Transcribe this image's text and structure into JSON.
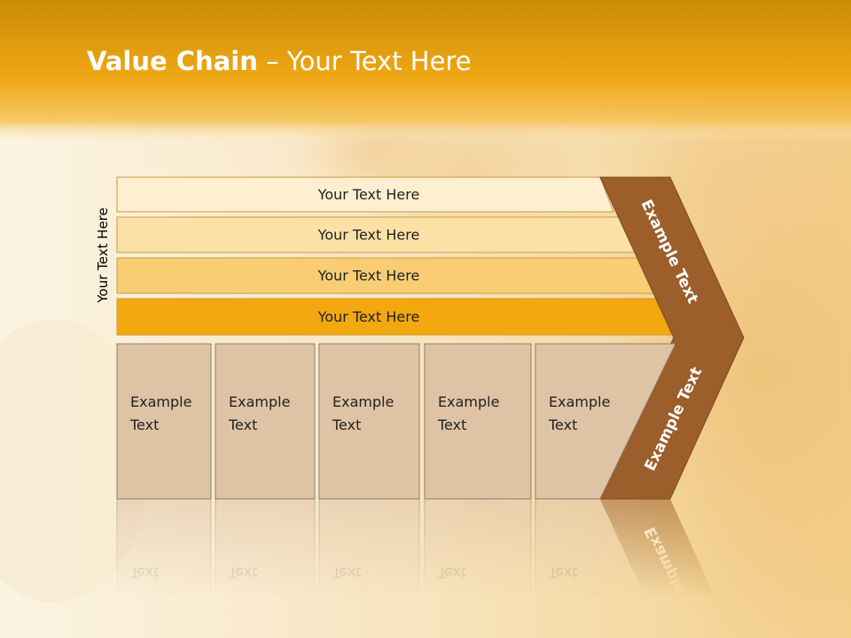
{
  "title": {
    "bold": "Value Chain",
    "rest": " – Your Text Here"
  },
  "side_label": "Your Text Here",
  "rows": [
    {
      "label": "Your Text Here",
      "color": "#fdefd0"
    },
    {
      "label": "Your Text Here",
      "color": "#fbe1a6"
    },
    {
      "label": "Your Text Here",
      "color": "#f8cd74"
    },
    {
      "label": "Your Text Here",
      "color": "#f3a80f"
    }
  ],
  "boxes": [
    {
      "line1": "Example",
      "line2": "Text"
    },
    {
      "line1": "Example",
      "line2": "Text"
    },
    {
      "line1": "Example",
      "line2": "Text"
    },
    {
      "line1": "Example",
      "line2": "Text"
    },
    {
      "line1": "Example",
      "line2": "Text"
    }
  ],
  "arrow_upper": "Example Text",
  "arrow_lower": "Example Text",
  "colors": {
    "header": "#eea514",
    "arrow": "#9c5e2a",
    "box": "#dfc3a5",
    "box_border": "#8b7d6b"
  }
}
